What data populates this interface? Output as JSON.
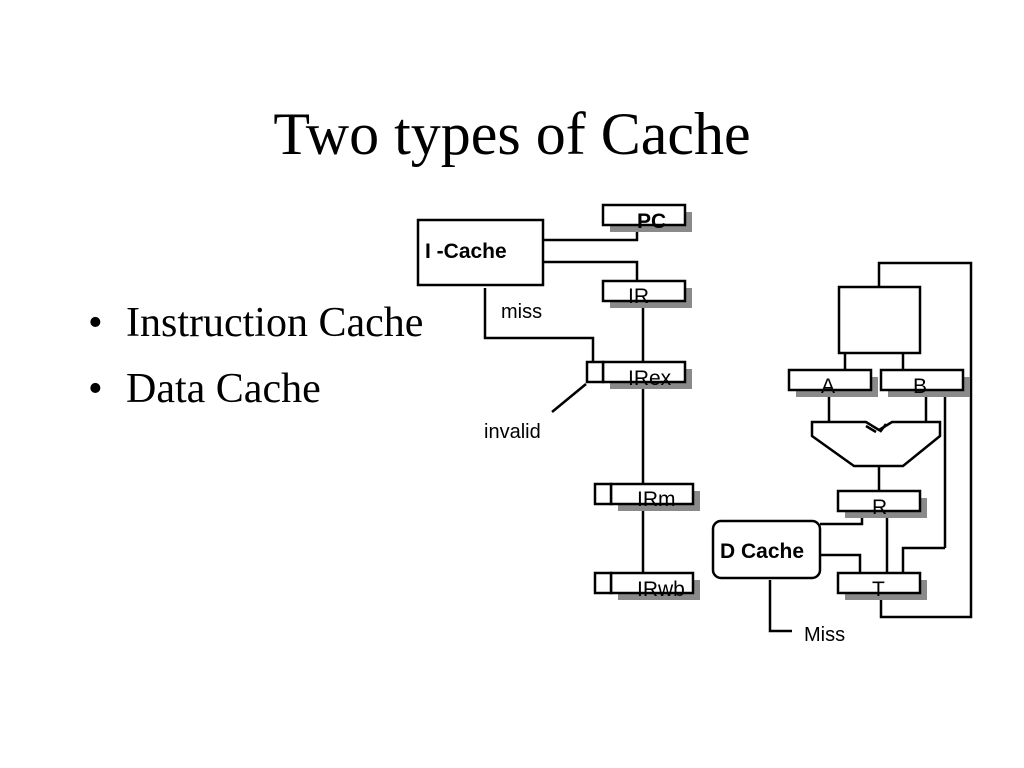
{
  "slide": {
    "title": "Two types of Cache",
    "bullets": [
      {
        "marker": "•",
        "text": "Instruction Cache"
      },
      {
        "marker": "•",
        "text": "Data Cache"
      }
    ]
  },
  "diagram": {
    "icache": "I -Cache",
    "dcache": "D Cache",
    "pc": "PC",
    "ir": "IR",
    "irex": "IRex",
    "irm": "IRm",
    "irwb": "IRwb",
    "a": "A",
    "b": "B",
    "r": "R",
    "t": "T",
    "miss_label": "miss",
    "invalid_label": "invalid",
    "dmiss_label": "Miss"
  }
}
